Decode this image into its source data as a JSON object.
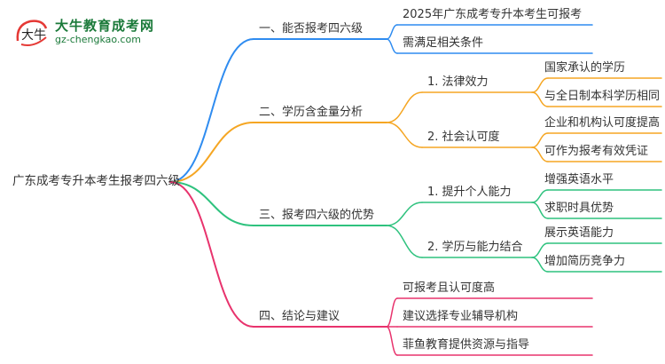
{
  "logo": {
    "name": "大牛教育成考网",
    "url": "gz-chengkao.com",
    "mark_text": "大牛"
  },
  "colors": {
    "branch1": "#2f8cf0",
    "branch2": "#f5a623",
    "branch3": "#2ec27e",
    "branch4": "#e8336d",
    "text": "#333333",
    "logo": "#1b7a3a"
  },
  "mindmap": {
    "root": "广东成考专升本考生报考四六级",
    "branches": [
      {
        "label": "一、能否报考四六级",
        "children": [
          {
            "label": "2025年广东成考专升本考生可报考",
            "children": []
          },
          {
            "label": "需满足相关条件",
            "children": []
          }
        ]
      },
      {
        "label": "二、学历含金量分析",
        "children": [
          {
            "label": "1. 法律效力",
            "children": [
              {
                "label": "国家承认的学历"
              },
              {
                "label": "与全日制本科学历相同"
              }
            ]
          },
          {
            "label": "2. 社会认可度",
            "children": [
              {
                "label": "企业和机构认可度提高"
              },
              {
                "label": "可作为报考有效凭证"
              }
            ]
          }
        ]
      },
      {
        "label": "三、报考四六级的优势",
        "children": [
          {
            "label": "1. 提升个人能力",
            "children": [
              {
                "label": "增强英语水平"
              },
              {
                "label": "求职时具优势"
              }
            ]
          },
          {
            "label": "2. 学历与能力结合",
            "children": [
              {
                "label": "展示英语能力"
              },
              {
                "label": "增加简历竞争力"
              }
            ]
          }
        ]
      },
      {
        "label": "四、结论与建议",
        "children": [
          {
            "label": "可报考且认可度高",
            "children": []
          },
          {
            "label": "建议选择专业辅导机构",
            "children": []
          },
          {
            "label": "菲鱼教育提供资源与指导",
            "children": []
          }
        ]
      }
    ]
  }
}
